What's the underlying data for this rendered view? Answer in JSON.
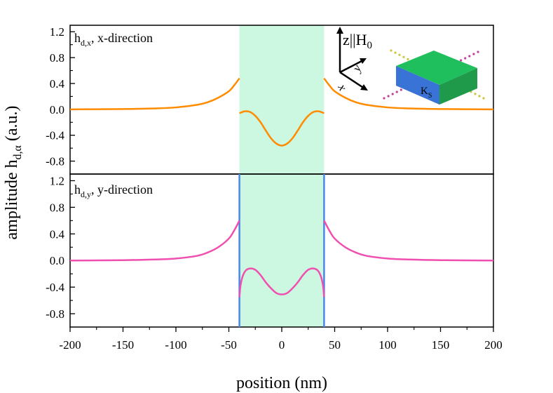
{
  "chart_data": {
    "type": "line",
    "x_axis": {
      "label": "position (nm)",
      "range": [
        -200,
        200
      ],
      "ticks": [
        "-200",
        "-150",
        "-100",
        "-50",
        "0",
        "50",
        "100",
        "150",
        "200"
      ]
    },
    "y_axis": {
      "label_main": "amplitude h",
      "label_sub": "d,α",
      "label_unit": " (a.u.)"
    },
    "highlight_region": {
      "x_range": [
        -40,
        40
      ],
      "color": "#ccf7e1"
    },
    "panels": [
      {
        "label_main": "h",
        "label_sub": "d,x",
        "label_rest": ", x-direction",
        "ylim": [
          -1.0,
          1.3
        ],
        "ticks": [
          "1.2",
          "0.8",
          "0.4",
          "0.0",
          "-0.4",
          "-0.8"
        ],
        "tick_values": [
          1.2,
          0.8,
          0.4,
          0.0,
          -0.4,
          -0.8
        ],
        "boundary_lines": false,
        "series": {
          "color": "#ff8c00",
          "outside_left": [
            [
              -200,
              0.0
            ],
            [
              -150,
              0.005
            ],
            [
              -120,
              0.015
            ],
            [
              -100,
              0.03
            ],
            [
              -80,
              0.07
            ],
            [
              -70,
              0.11
            ],
            [
              -60,
              0.18
            ],
            [
              -50,
              0.28
            ],
            [
              -45,
              0.37
            ],
            [
              -40,
              0.48
            ]
          ],
          "inside": [
            [
              -40,
              -0.06
            ],
            [
              -35,
              -0.03
            ],
            [
              -30,
              -0.04
            ],
            [
              -25,
              -0.1
            ],
            [
              -20,
              -0.2
            ],
            [
              -15,
              -0.33
            ],
            [
              -10,
              -0.45
            ],
            [
              -5,
              -0.53
            ],
            [
              0,
              -0.56
            ],
            [
              5,
              -0.53
            ],
            [
              10,
              -0.45
            ],
            [
              15,
              -0.33
            ],
            [
              20,
              -0.2
            ],
            [
              25,
              -0.1
            ],
            [
              30,
              -0.04
            ],
            [
              35,
              -0.03
            ],
            [
              40,
              -0.06
            ]
          ],
          "outside_right": [
            [
              40,
              0.48
            ],
            [
              45,
              0.37
            ],
            [
              50,
              0.28
            ],
            [
              60,
              0.18
            ],
            [
              70,
              0.11
            ],
            [
              80,
              0.07
            ],
            [
              100,
              0.03
            ],
            [
              120,
              0.015
            ],
            [
              150,
              0.005
            ],
            [
              200,
              0.0
            ]
          ]
        }
      },
      {
        "label_main": "h",
        "label_sub": "d,y",
        "label_rest": ", y-direction",
        "ylim": [
          -1.0,
          1.3
        ],
        "ticks": [
          "1.2",
          "0.8",
          "0.4",
          "0.0",
          "-0.4",
          "-0.8"
        ],
        "tick_values": [
          1.2,
          0.8,
          0.4,
          0.0,
          -0.4,
          -0.8
        ],
        "boundary_lines": true,
        "boundary_color": "#4a86e8",
        "series": {
          "color": "#f04fb0",
          "outside_left": [
            [
              -200,
              0.0
            ],
            [
              -150,
              0.005
            ],
            [
              -120,
              0.015
            ],
            [
              -100,
              0.03
            ],
            [
              -80,
              0.07
            ],
            [
              -70,
              0.12
            ],
            [
              -60,
              0.2
            ],
            [
              -50,
              0.33
            ],
            [
              -45,
              0.45
            ],
            [
              -40,
              0.6
            ]
          ],
          "inside": [
            [
              -40,
              -0.55
            ],
            [
              -39,
              -0.38
            ],
            [
              -37,
              -0.24
            ],
            [
              -34,
              -0.15
            ],
            [
              -30,
              -0.12
            ],
            [
              -25,
              -0.14
            ],
            [
              -20,
              -0.22
            ],
            [
              -15,
              -0.33
            ],
            [
              -10,
              -0.42
            ],
            [
              -5,
              -0.49
            ],
            [
              0,
              -0.51
            ],
            [
              5,
              -0.49
            ],
            [
              10,
              -0.42
            ],
            [
              15,
              -0.33
            ],
            [
              20,
              -0.22
            ],
            [
              25,
              -0.14
            ],
            [
              30,
              -0.12
            ],
            [
              34,
              -0.15
            ],
            [
              37,
              -0.24
            ],
            [
              39,
              -0.38
            ],
            [
              40,
              -0.55
            ]
          ],
          "outside_right": [
            [
              40,
              0.6
            ],
            [
              45,
              0.45
            ],
            [
              50,
              0.33
            ],
            [
              60,
              0.2
            ],
            [
              70,
              0.12
            ],
            [
              80,
              0.07
            ],
            [
              100,
              0.03
            ],
            [
              120,
              0.015
            ],
            [
              150,
              0.005
            ],
            [
              200,
              0.0
            ]
          ]
        }
      }
    ],
    "inset": {
      "axis_z_main": "z||H",
      "axis_z_sub": "0",
      "axis_y": "y",
      "axis_x": "x",
      "face_label": "K",
      "face_label_sub": "S",
      "colors": {
        "top": "#1fbf5e",
        "front": "#1e9a4a",
        "side": "#3a73d6",
        "dots_pink": "#c2409a",
        "dots_yellow": "#c8c83a"
      }
    }
  }
}
